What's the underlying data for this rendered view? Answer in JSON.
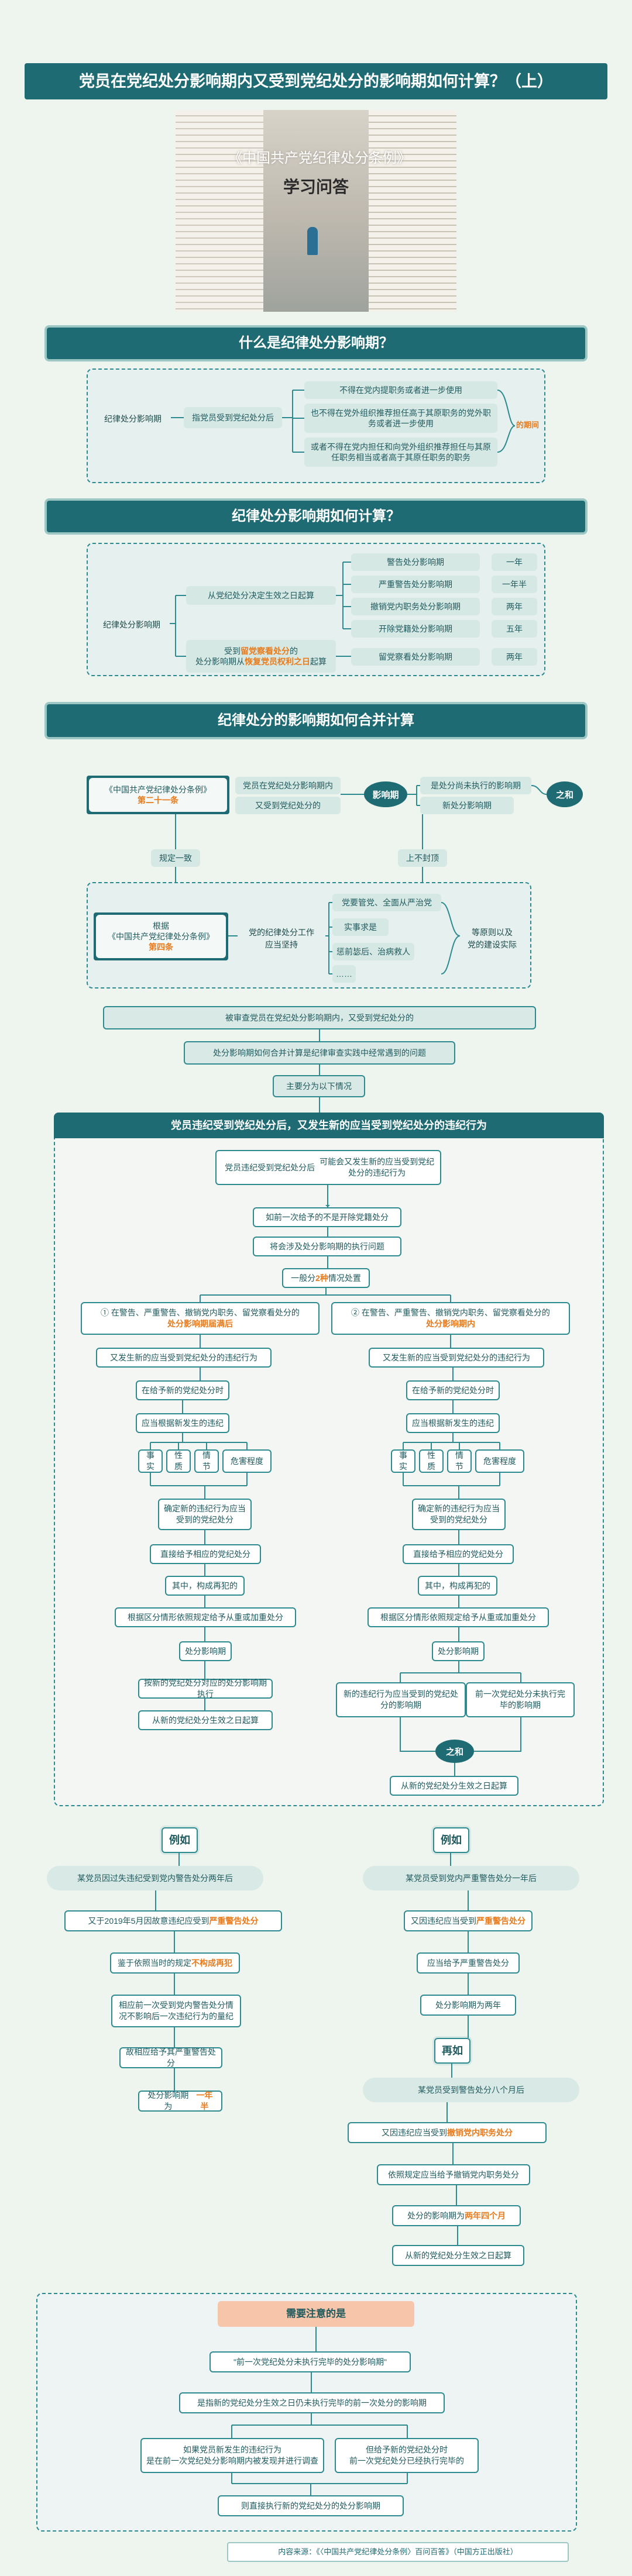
{
  "title": "党员在党纪处分影响期内又受到党纪处分的影响期如何计算？（上）",
  "hero": {
    "book": "《中国共产党纪律处分条例》",
    "subtitle": "学习问答"
  },
  "s1": {
    "heading": "什么是纪律处分影响期？",
    "left": "纪律处分影响期",
    "mid": "指党员受到党纪处分后",
    "items": [
      "不得在党内提职务或者进一步使用",
      "也不得在党外组织推荐担任高于其原职务的党外职务或者进一步使用",
      "或者不得在党内担任和向党外组织推荐担任与其原任职务相当或者高于其原任职务的职务"
    ],
    "right": "的期间"
  },
  "s2": {
    "heading": "纪律处分影响期如何计算？",
    "left": "纪律处分影响期",
    "branch1": "从党纪处分决定生效之日起算",
    "branch2a": "受到",
    "branch2b": "留党察看处分",
    "branch2c": "的",
    "branch2d": "处分影响期从",
    "branch2e": "恢复党员权利之日",
    "branch2f": "起算",
    "rows": [
      {
        "name": "警告处分影响期",
        "val": "一年"
      },
      {
        "name": "严重警告处分影响期",
        "val": "一年半"
      },
      {
        "name": "撤销党内职务处分影响期",
        "val": "两年"
      },
      {
        "name": "开除党籍处分影响期",
        "val": "五年"
      },
      {
        "name": "留党察看处分影响期",
        "val": "两年"
      }
    ]
  },
  "s3": {
    "heading": "纪律处分的影响期如何合并计算",
    "law": "《中国共产党纪律处分条例》",
    "article": "第二十一条",
    "cond1": "党员在党纪处分影响期内",
    "cond2": "又受到党纪处分的",
    "center": "影响期",
    "res1": "是处分尚未执行的影响期",
    "res2": "新处分影响期",
    "and": "之和",
    "consist": "规定一致",
    "notbad": "上不封顶",
    "basis1": "根据",
    "basis2": "《中国共产党纪律处分条例》",
    "basis3": "第四条",
    "work1": "党的纪律处分工作",
    "work2": "应当坚持",
    "p1": "党要管党、全面从严治党",
    "p2": "实事求是",
    "p3": "惩前毖后、治病救人",
    "p4": "……",
    "right1": "等原则以及",
    "right2": "党的建设实际",
    "practice": "被审查党员在党纪处分影响期内，又受到党纪处分的",
    "problem": "处分影响期如何合并计算是纪律审查实践中经常遇到的问题",
    "cases": "主要分为以下情况"
  },
  "flow": {
    "heading": "党员违纪受到党纪处分后，又发生新的应当受到党纪处分的违纪行为",
    "start1": "党员违纪受到党纪处分后",
    "start2": "可能会又发生新的应当受到党纪处分的违纪行为",
    "s_a": "如前一次给予的不是开除党籍处分",
    "s_b": "将会涉及处分影响期的执行问题",
    "general_pre": "一般分",
    "general_num": "2种",
    "general_post": "情况处置",
    "caseA_1": "① 在警告、严重警告、撤销党内职务、留党察看处分的",
    "caseA_2": "处分影响期届满后",
    "caseB_1": "② 在警告、严重警告、撤销党内职务、留党察看处分的",
    "caseB_2": "处分影响期内",
    "new_violation": "又发生新的应当受到党纪处分的违纪行为",
    "judge": "在给予新的党纪处分时",
    "consider": "应当根据新发生的违纪",
    "factors": [
      "事实",
      "性质",
      "情节",
      "危害程度"
    ],
    "determine": "确定新的违纪行为应当受到的党纪处分",
    "direct": "直接给予相应的党纪处分",
    "among": "其中，构成再犯的",
    "heavy": "根据区分情形依照规定给予从重或加重处分",
    "affect": "处分影响期",
    "resA1": "按新的党纪处分对应的处分影响期执行",
    "resA2": "从新的党纪处分生效之日起算",
    "resB1": "新的违纪行为应当受到的党纪处分的影响期",
    "resB2": "前一次党纪处分未执行完毕的影响期",
    "and": "之和",
    "resB3": "从新的党纪处分生效之日起算"
  },
  "ex": {
    "label": "例如",
    "left": {
      "head": "某党员因过失违纪受到党内警告处分两年后",
      "s1a": "又于2019年5月因故意违纪应受到",
      "s1b": "严重警告处分",
      "s2a": "鉴于依照当时的规定",
      "s2b": "不构成再犯",
      "s3": "相应前一次受到党内警告处分情况不影响后一次违纪行为的量纪",
      "s4": "故相应给予其严重警告处分",
      "s5a": "处分影响期为",
      "s5b": "一年半"
    },
    "right": {
      "head": "某党员受到党内严重警告处分一年后",
      "s1a": "又因违纪应当受到",
      "s1b": "严重警告处分",
      "s2": "应当给予严重警告处分",
      "s3": "处分影响期为两年",
      "again": "再如",
      "head2": "某党员受到警告处分八个月后",
      "s4a": "又因违纪应当受到",
      "s4b": "撤销党内职务处分",
      "s5": "依照规定应当给予撤销党内职务处分",
      "s6a": "处分的影响期为",
      "s6b": "两年四个月",
      "s7": "从新的党纪处分生效之日起算"
    }
  },
  "note": {
    "title": "需要注意的是",
    "n1": "\"前一次党纪处分未执行完毕的处分影响期\"",
    "n2": "是指新的党纪处分生效之日仍未执行完毕的前一次处分的影响期",
    "n3a": "如果党员新发生的违纪行为",
    "n3b": "是在前一次党纪处分影响期内被发现并进行调查",
    "n4a": "但给予新的党纪处分时",
    "n4b": "前一次党纪处分已经执行完毕的",
    "n5": "则直接执行新的党纪处分的处分影响期"
  },
  "source": "内容来源：《〈中国共产党纪律处分条例〉百问百答》（中国方正出版社）"
}
